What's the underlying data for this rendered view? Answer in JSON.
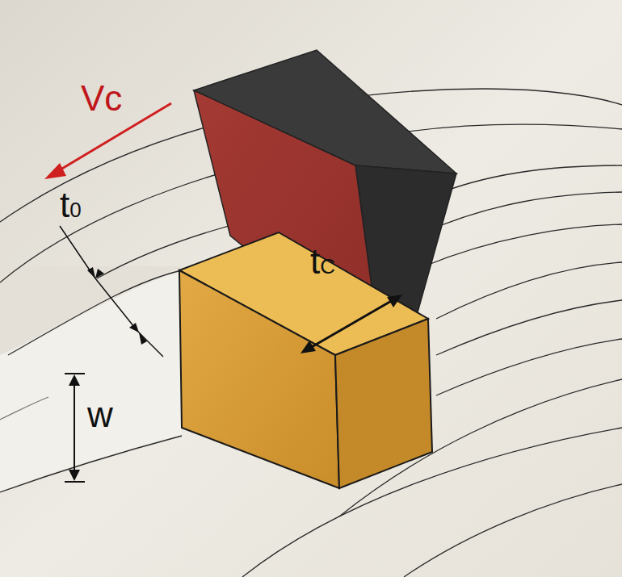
{
  "diagram": {
    "labels": [
      "Vc",
      "t0",
      "tC",
      "w"
    ]
  }
}
